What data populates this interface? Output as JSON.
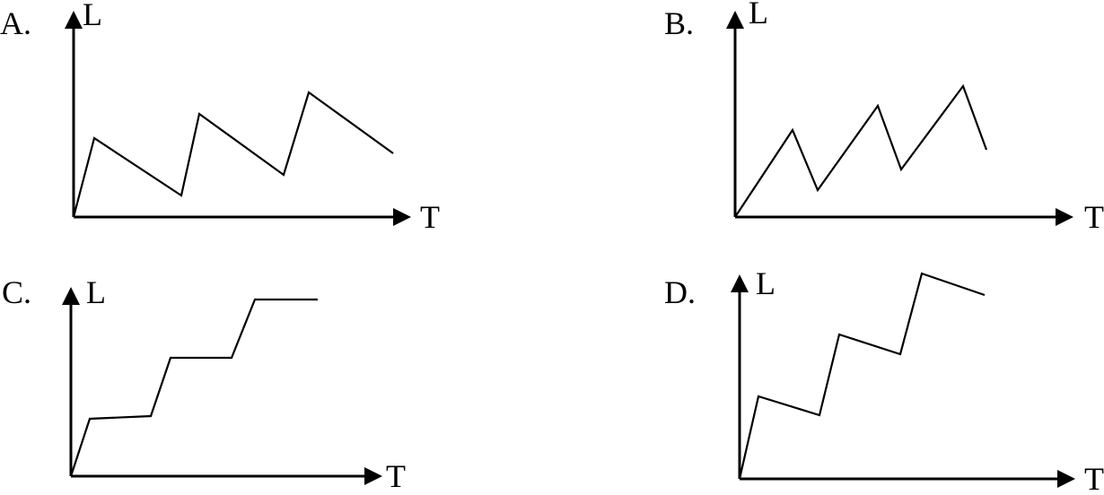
{
  "panels": [
    {
      "option": "A.",
      "y_label": "L",
      "x_label": "T"
    },
    {
      "option": "B.",
      "y_label": "L",
      "x_label": "T"
    },
    {
      "option": "C.",
      "y_label": "L",
      "x_label": "T"
    },
    {
      "option": "D.",
      "y_label": "L",
      "x_label": "T"
    }
  ]
}
